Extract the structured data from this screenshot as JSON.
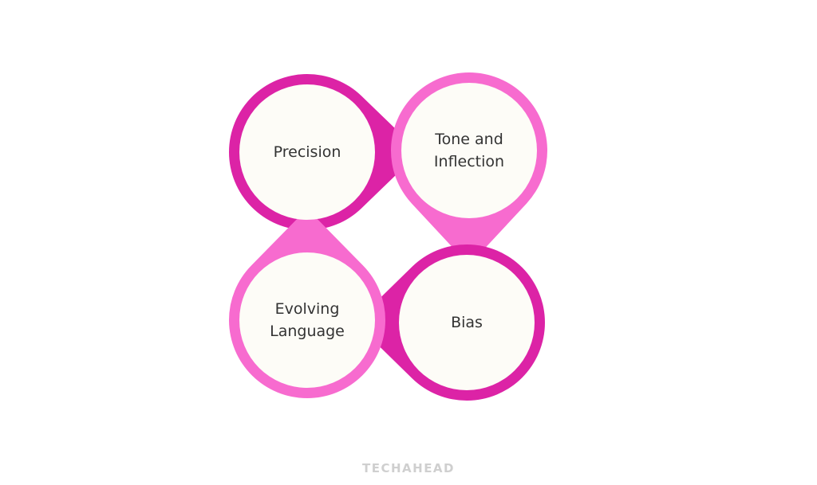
{
  "nodes": [
    {
      "id": "precision",
      "lines": [
        "Precision"
      ],
      "ring_color": "#dc23a6",
      "pointer": "right"
    },
    {
      "id": "tone-and-inflection",
      "lines": [
        "Tone and",
        "Inflection"
      ],
      "ring_color": "#f76bcf",
      "pointer": "down"
    },
    {
      "id": "bias",
      "lines": [
        "Bias"
      ],
      "ring_color": "#dc23a6",
      "pointer": "left"
    },
    {
      "id": "evolving-language",
      "lines": [
        "Evolving",
        "Language"
      ],
      "ring_color": "#f76bcf",
      "pointer": "up"
    }
  ],
  "colors": {
    "fill": "#fdfcf7",
    "dark_pink": "#dc23a6",
    "light_pink": "#f76bcf",
    "text": "#333333"
  },
  "watermark": "TECHAHEAD"
}
